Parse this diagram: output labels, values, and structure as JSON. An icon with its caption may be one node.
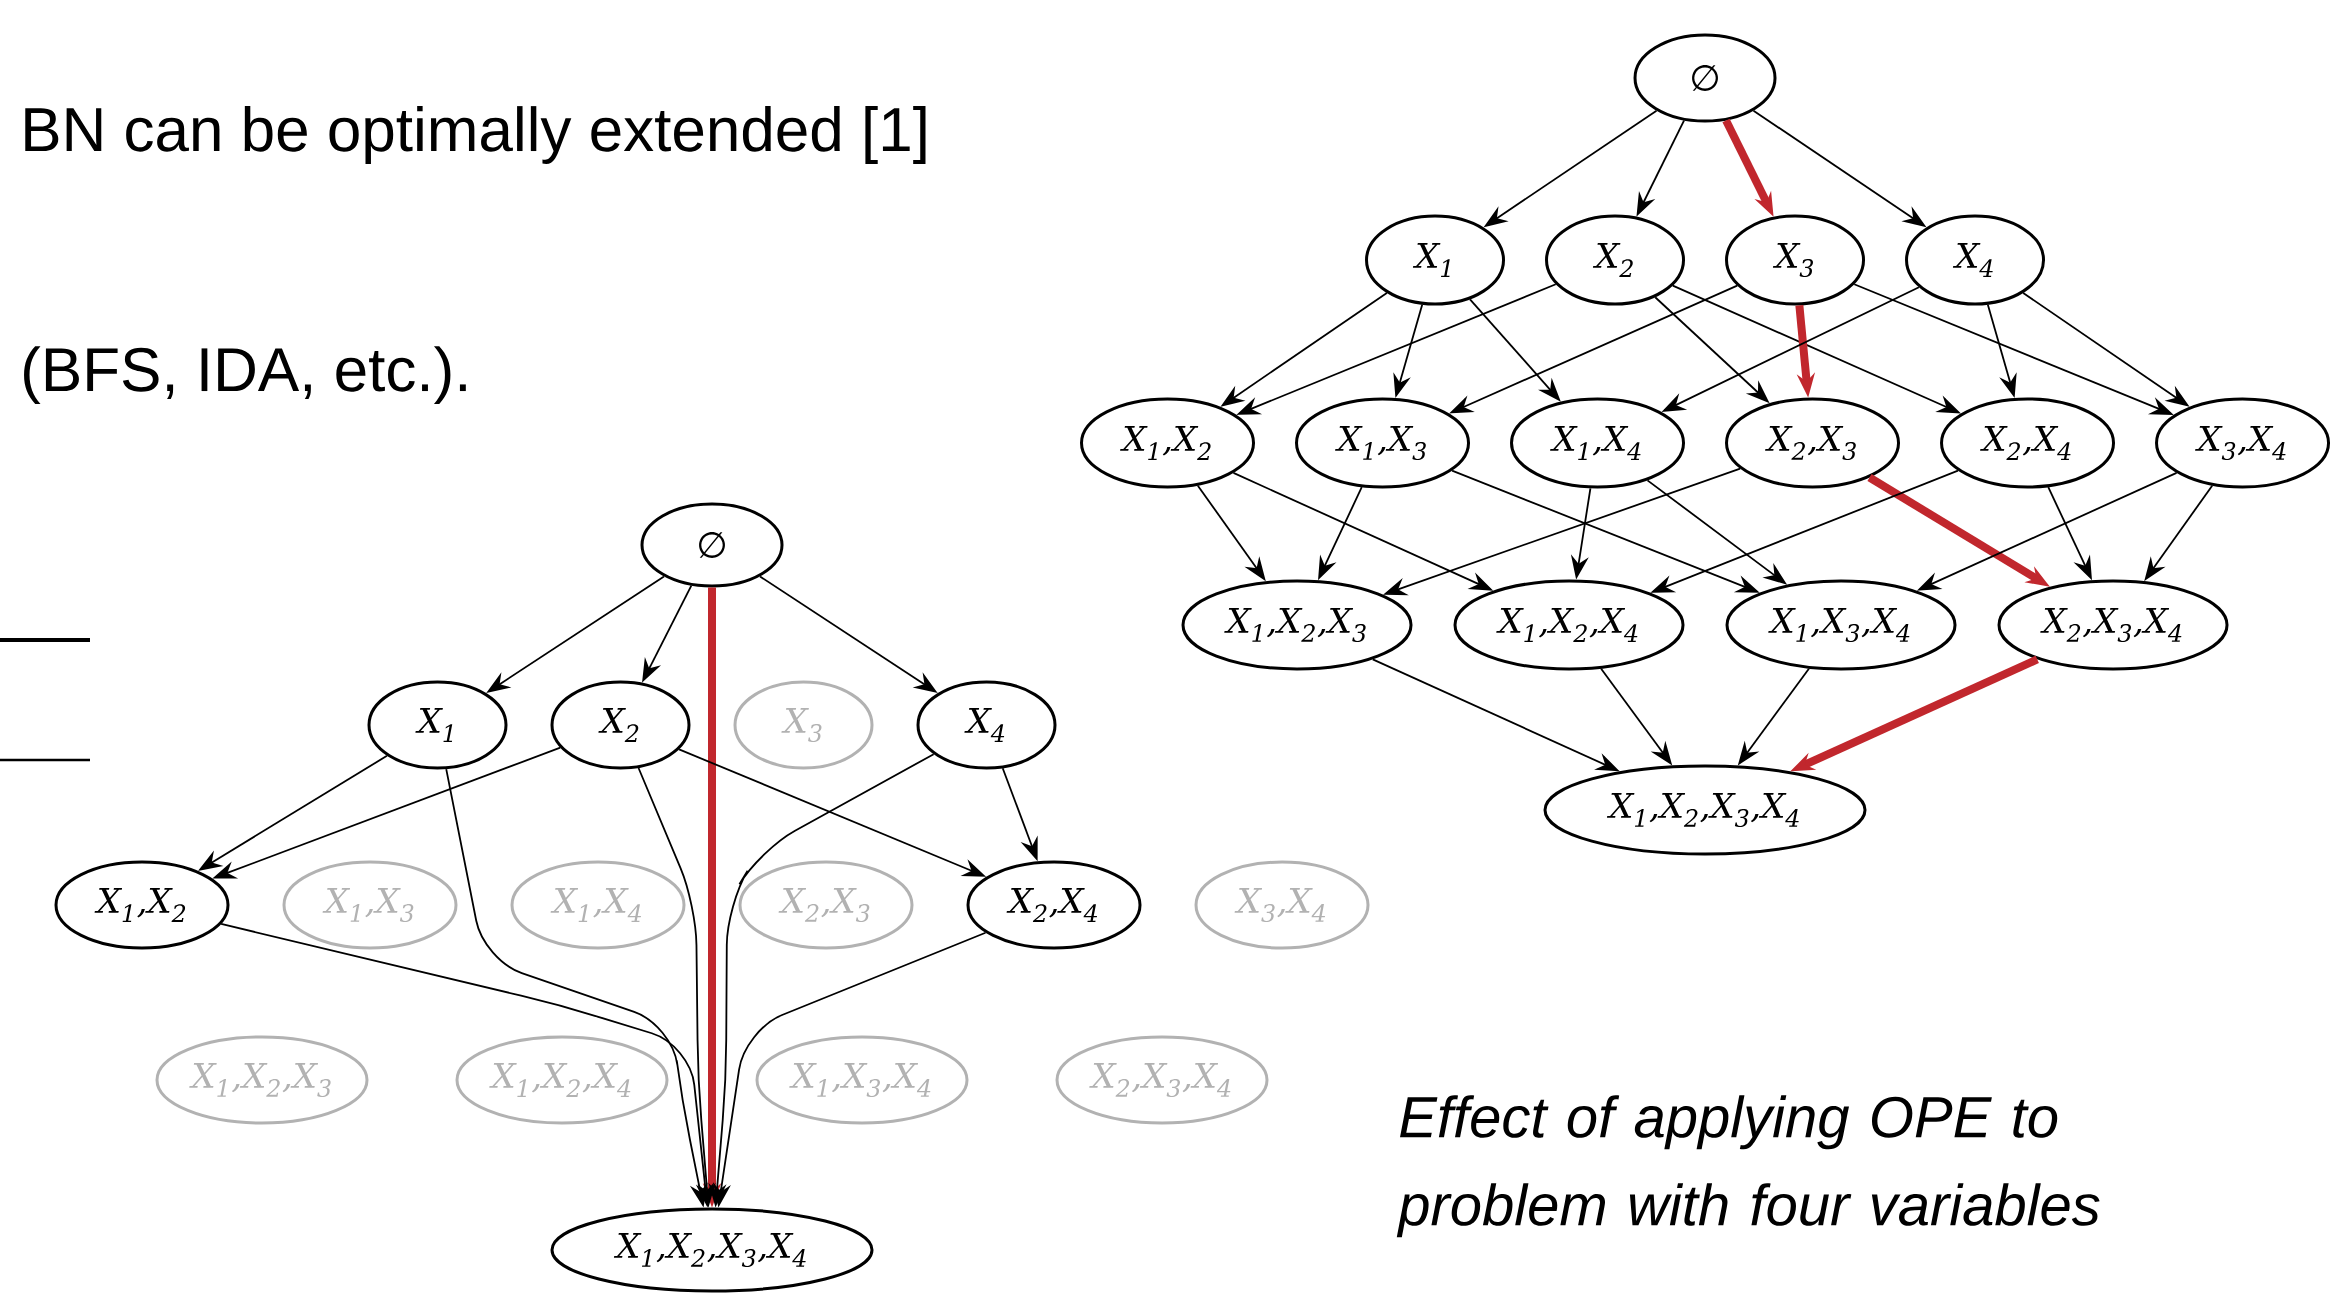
{
  "diagram": {
    "caption": "Effect of applying OPE to problem with four variables",
    "labels": [
      "BN can be optimally extended [1]",
      "(BFS, IDA, etc.)."
    ],
    "nodes": [
      {
        "text": [
          "∅"
        ]
      },
      {
        "text": [
          "X$_{1}$"
        ]
      },
      {
        "text": [
          "X$_{2}$"
        ]
      },
      {
        "text": [
          "X$_{3}$"
        ]
      },
      {
        "text": [
          "X$_{4}$"
        ]
      },
      {
        "text": [
          "X$_{1}$,X$_{2}$"
        ]
      },
      {
        "text": [
          "X$_{1}$,X$_{3}$"
        ]
      },
      {
        "text": [
          "X$_{1}$,X$_{4}$"
        ]
      },
      {
        "text": [
          "X$_{2}$,X$_{3}$"
        ]
      },
      {
        "text": [
          "X$_{2}$,X$_{4}$"
        ]
      },
      {
        "text": [
          "X$_{3}$,X$_{4}$"
        ]
      },
      {
        "text": [
          "X$_{1}$,X$_{2}$,X$_{3}$"
        ]
      },
      {
        "text": [
          "X$_{1}$,X$_{2}$,X$_{4}$"
        ]
      },
      {
        "text": [
          "X$_{1}$,X$_{3}$,X$_{4}$"
        ]
      },
      {
        "text": [
          "X$_{2}$,X$_{3}$,X$_{4}$"
        ]
      },
      {
        "text": [
          "X$_{1}$,X$_{2}$,X$_{3}$,X$_{4}$"
        ]
      },
      {
        "text": [
          "∅"
        ]
      },
      {
        "text": [
          "X$_{1}$"
        ]
      },
      {
        "text": [
          "X$_{2}$"
        ]
      },
      {
        "text": [
          "X$_{3}$"
        ]
      },
      {
        "text": [
          "X$_{4}$"
        ]
      },
      {
        "text": [
          "X$_{1}$,X$_{2}$"
        ]
      },
      {
        "text": [
          "X$_{1}$,X$_{3}$"
        ]
      },
      {
        "text": [
          "X$_{1}$,X$_{4}$"
        ]
      },
      {
        "text": [
          "X$_{2}$,X$_{3}$"
        ]
      },
      {
        "text": [
          "X$_{2}$,X$_{4}$"
        ]
      },
      {
        "text": [
          "X$_{3}$,X$_{4}$"
        ]
      },
      {
        "text": [
          "X$_{1}$,X$_{2}$,X$_{3}$"
        ]
      },
      {
        "text": [
          "X$_{1}$,X$_{2}$,X$_{4}$"
        ]
      },
      {
        "text": [
          "X$_{1}$,X$_{3}$,X$_{4}$"
        ]
      },
      {
        "text": [
          "X$_{2}$,X$_{3}$,X$_{4}$"
        ]
      },
      {
        "text": [
          "X$_{1}$,X$_{2}$,X$_{3}$,X$_{4}$"
        ]
      }
    ],
    "edges": [
      {
        "from": 0,
        "to": 1,
        "arrow": "to"
      },
      {
        "from": 0,
        "to": 2,
        "arrow": "to"
      },
      {
        "from": 0,
        "to": 3,
        "arrow": "to",
        "style": "thick",
        "color": "#c1272d"
      },
      {
        "from": 0,
        "to": 4,
        "arrow": "to"
      },
      {
        "from": 1,
        "to": 5,
        "arrow": "to"
      },
      {
        "from": 1,
        "to": 6,
        "arrow": "to"
      },
      {
        "from": 1,
        "to": 7,
        "arrow": "to"
      },
      {
        "from": 2,
        "to": 5,
        "arrow": "to"
      },
      {
        "from": 2,
        "to": 8,
        "arrow": "to"
      },
      {
        "from": 2,
        "to": 9,
        "arrow": "to"
      },
      {
        "from": 3,
        "to": 6,
        "arrow": "to"
      },
      {
        "from": 3,
        "to": 8,
        "arrow": "to",
        "style": "thick",
        "color": "#c1272d"
      },
      {
        "from": 3,
        "to": 10,
        "arrow": "to"
      },
      {
        "from": 4,
        "to": 7,
        "arrow": "to"
      },
      {
        "from": 4,
        "to": 9,
        "arrow": "to"
      },
      {
        "from": 4,
        "to": 10,
        "arrow": "to"
      },
      {
        "from": 5,
        "to": 11,
        "arrow": "to"
      },
      {
        "from": 5,
        "to": 12,
        "arrow": "to"
      },
      {
        "from": 6,
        "to": 11,
        "arrow": "to"
      },
      {
        "from": 6,
        "to": 13,
        "arrow": "to"
      },
      {
        "from": 7,
        "to": 12,
        "arrow": "to"
      },
      {
        "from": 7,
        "to": 13,
        "arrow": "to"
      },
      {
        "from": 8,
        "to": 11,
        "arrow": "to"
      },
      {
        "from": 8,
        "to": 14,
        "arrow": "to",
        "style": "thick",
        "color": "#c1272d"
      },
      {
        "from": 9,
        "to": 12,
        "arrow": "to"
      },
      {
        "from": 9,
        "to": 14,
        "arrow": "to"
      },
      {
        "from": 10,
        "to": 13,
        "arrow": "to"
      },
      {
        "from": 10,
        "to": 14,
        "arrow": "to"
      },
      {
        "from": 11,
        "to": 15,
        "arrow": "to"
      },
      {
        "from": 12,
        "to": 15,
        "arrow": "to"
      },
      {
        "from": 13,
        "to": 15,
        "arrow": "to"
      },
      {
        "from": 14,
        "to": 15,
        "arrow": "to",
        "style": "thick",
        "color": "#c1272d"
      },
      {
        "from": 16,
        "to": 17,
        "arrow": "to"
      },
      {
        "from": 16,
        "to": 18,
        "arrow": "to"
      },
      {
        "from": 16,
        "to": 20,
        "arrow": "to"
      },
      {
        "from": 16,
        "to": 31,
        "arrow": "to",
        "style": "thick",
        "color": "#c1272d"
      },
      {
        "from": 17,
        "to": 21,
        "arrow": "to"
      },
      {
        "from": 17,
        "to": 31,
        "arrow": "to"
      },
      {
        "from": 18,
        "to": 21,
        "arrow": "to"
      },
      {
        "from": 18,
        "to": 25,
        "arrow": "to"
      },
      {
        "from": 18,
        "to": 31,
        "arrow": "to"
      },
      {
        "from": 20,
        "to": 25,
        "arrow": "to"
      },
      {
        "from": 20,
        "to": 31,
        "arrow": "to"
      },
      {
        "from": 21,
        "to": 31,
        "arrow": "to"
      },
      {
        "from": 25,
        "to": 31,
        "arrow": "to"
      }
    ]
  }
}
